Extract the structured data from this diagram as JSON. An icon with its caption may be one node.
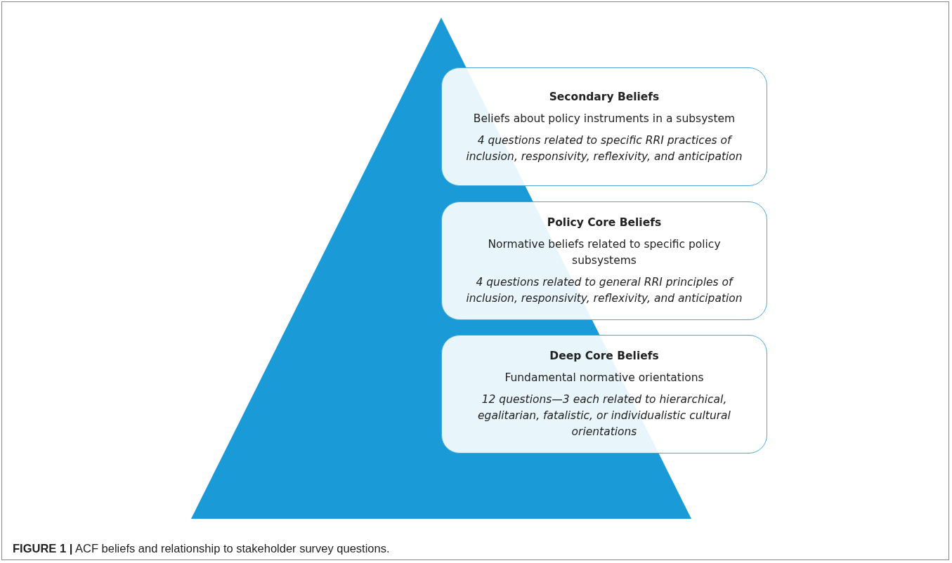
{
  "diagram": {
    "caption": "**FIGURE 1 |** ACF beliefs and relationship to stakeholder survey questions.",
    "nodes": [
      {
        "text": [],
        "shape": "triangle"
      },
      {
        "text": [
          "Secondary Beliefs",
          "Beliefs about policy instruments in a subsystem",
          "4 questions related to specific RRI practices of inclusion, responsivity, reflexivity, and anticipation"
        ]
      },
      {
        "text": [
          "Policy Core Beliefs",
          "Normative beliefs related to specific policy subsystems",
          "4 questions related to general RRI principles of inclusion, responsivity, reflexivity, and anticipation"
        ]
      },
      {
        "text": [
          "Deep Core Beliefs",
          "Fundamental normative orientations",
          "12 questions—3 each related to hierarchical, egalitarian, fatalistic, or individualistic cultural orientations"
        ]
      }
    ],
    "edges": []
  }
}
